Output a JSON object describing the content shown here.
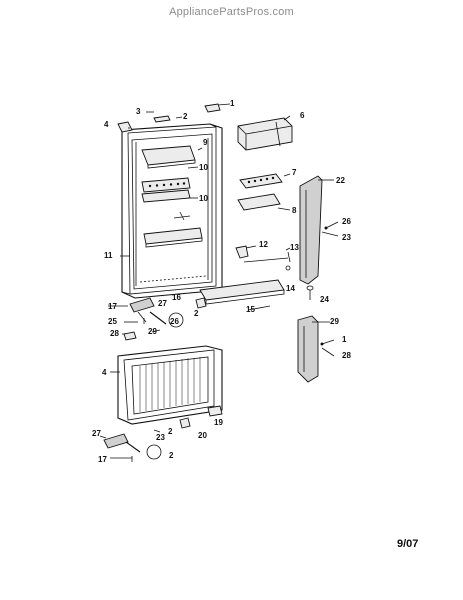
{
  "watermark": "AppliancePartsPros.com",
  "date_code": "9/07",
  "callouts": [
    "1",
    "2",
    "3",
    "4",
    "6",
    "7",
    "8",
    "9",
    "10",
    "10",
    "11",
    "12",
    "13",
    "14",
    "15",
    "16",
    "17",
    "22",
    "23",
    "24",
    "25",
    "26",
    "27",
    "2",
    "28",
    "29",
    "4",
    "2",
    "19",
    "20",
    "1",
    "28",
    "27",
    "23",
    "17",
    "2",
    "26",
    "29"
  ]
}
